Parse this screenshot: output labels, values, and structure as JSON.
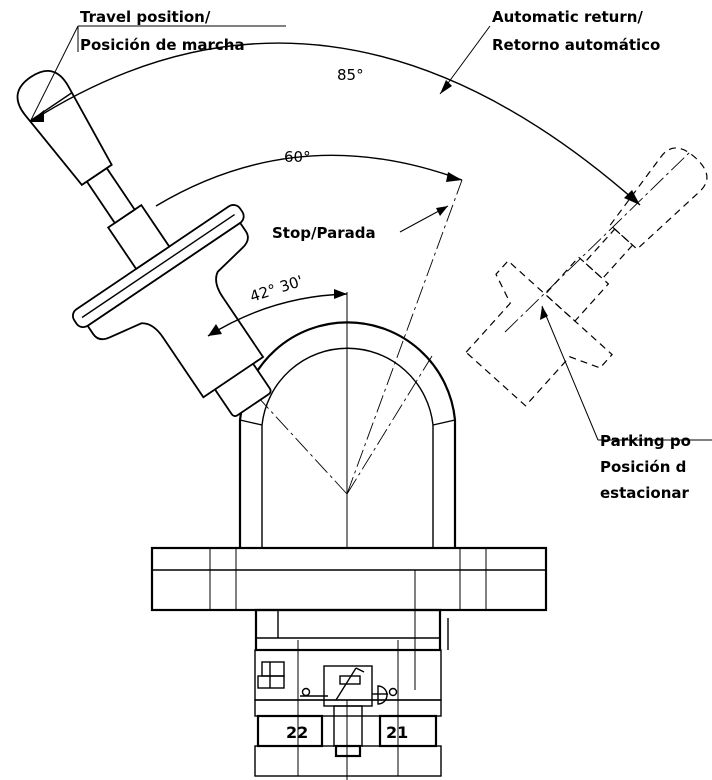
{
  "labels": {
    "travel_position_en": "Travel position/",
    "travel_position_es": "Posición de marcha",
    "automatic_return_en": "Automatic return/",
    "automatic_return_es": "Retorno automático",
    "stop": "Stop/Parada",
    "parking_en": "Parking po",
    "parking_es": "Posición d",
    "parking_es_2": "estacionar"
  },
  "angles": {
    "full_travel": "85°",
    "travel_to_stop": "60°",
    "vertical_to_travel": "42° 30'"
  },
  "terminals": {
    "left": "22",
    "right": "21"
  }
}
